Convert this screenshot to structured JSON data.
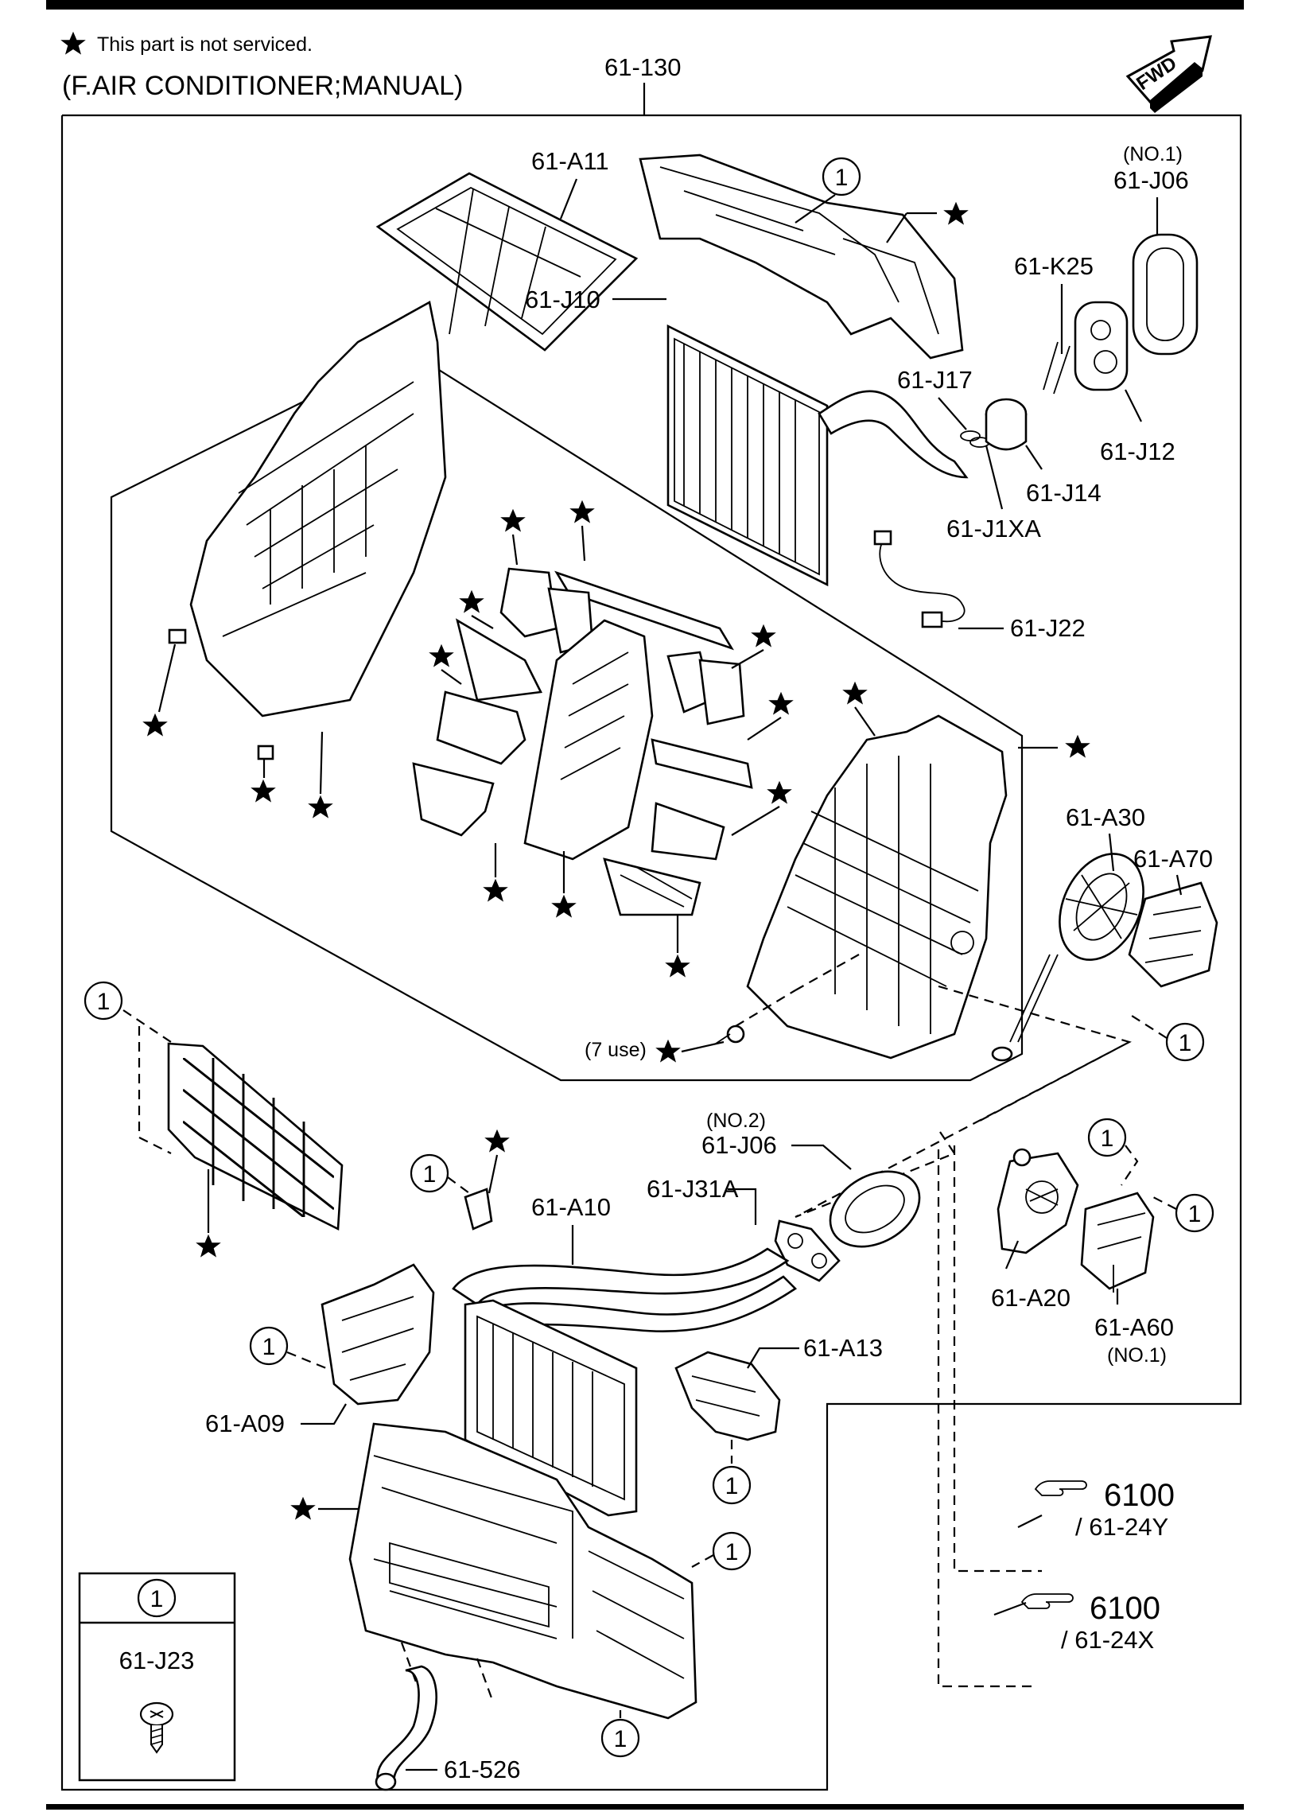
{
  "header": {
    "note": "This part is not serviced.",
    "title": "(F.AIR CONDITIONER;MANUAL)",
    "fwd": "FWD"
  },
  "parts": {
    "p61_130": "61-130",
    "p61_A11": "61-A11",
    "p61_J10": "61-J10",
    "p61_J06_top_qual": "(NO.1)",
    "p61_J06_top": "61-J06",
    "p61_K25": "61-K25",
    "p61_J17": "61-J17",
    "p61_J12": "61-J12",
    "p61_J14": "61-J14",
    "p61_J1XA": "61-J1XA",
    "p61_J22": "61-J22",
    "p61_A30": "61-A30",
    "p61_A70": "61-A70",
    "seven_use": "(7 use)",
    "p61_J06_mid_qual": "(NO.2)",
    "p61_J06_mid": "61-J06",
    "p61_J31A": "61-J31A",
    "p61_A10": "61-A10",
    "p61_A20": "61-A20",
    "p61_A60": "61-A60",
    "p61_A60_qual": "(NO.1)",
    "p61_A13": "61-A13",
    "p61_A09": "61-A09",
    "p61_526": "61-526"
  },
  "refs": {
    "ref1_num": "6100",
    "ref1_code": "/ 61-24Y",
    "ref2_num": "6100",
    "ref2_code": "/ 61-24X"
  },
  "callout_number": "1",
  "legend": {
    "number": "1",
    "part": "61-J23"
  },
  "icons": [
    "star-icon",
    "circled-number-icon",
    "fwd-arrow-icon",
    "pointing-hand-icon",
    "screw-icon"
  ]
}
